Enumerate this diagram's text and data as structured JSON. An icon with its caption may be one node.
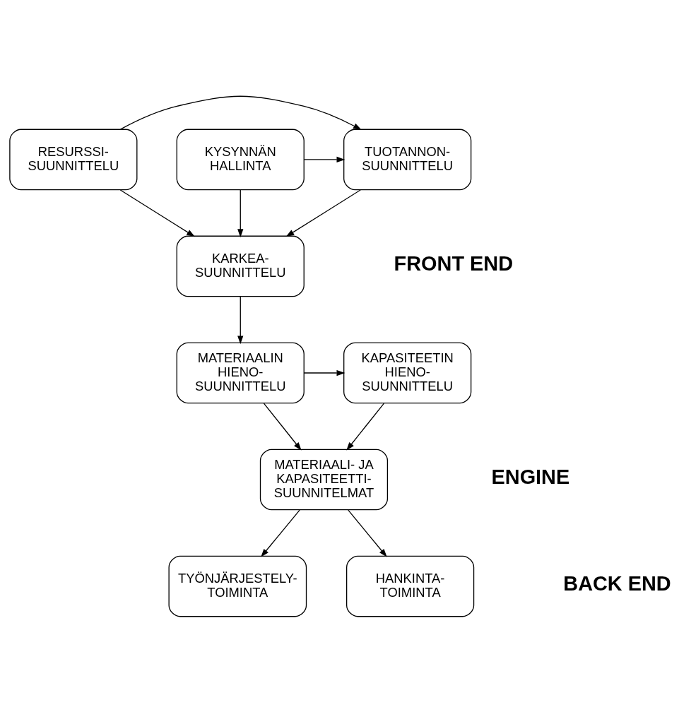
{
  "diagram": {
    "nodes": [
      {
        "text": [
          "RESURSSI- SUUNNITTELU"
        ]
      },
      {
        "text": [
          "TUOTANNON- SUUNNITTELU"
        ]
      },
      {
        "text": [
          "KYSYNNÄN HALLINTA"
        ]
      },
      {
        "text": [
          "KARKEA- SUUNNITTELU"
        ]
      },
      {
        "text": [
          "KAPASITEETIN HIENO- SUUNNITTELU"
        ]
      },
      {
        "text": [
          "MATERIAALIN HIENO- SUUNNITTELU"
        ]
      },
      {
        "text": [
          "MATERIAALI- JA KAPASITEETTI- SUUNNITELMAT"
        ]
      },
      {
        "text": [
          "TYÖNJÄRJESTELY- TOIMINTA"
        ]
      },
      {
        "text": [
          "HANKINTA- TOIMINTA"
        ]
      }
    ],
    "edges": [
      {
        "from": 0,
        "to": 1,
        "arrow": "to"
      },
      {
        "from": 2,
        "to": 1,
        "arrow": "to"
      },
      {
        "from": 0,
        "to": 3,
        "arrow": "to"
      },
      {
        "from": 1,
        "to": 3,
        "arrow": "to"
      },
      {
        "from": 2,
        "to": 3,
        "arrow": "to"
      },
      {
        "from": 3,
        "to": 5,
        "arrow": "to"
      },
      {
        "from": 5,
        "to": 4,
        "arrow": "to"
      },
      {
        "from": 5,
        "to": 6,
        "arrow": "to"
      },
      {
        "from": 4,
        "to": 6,
        "arrow": "to"
      },
      {
        "from": 6,
        "to": 7,
        "arrow": "to"
      },
      {
        "from": 6,
        "to": 8,
        "arrow": "to"
      }
    ],
    "labels": [
      "FRONT END",
      "ENGINE",
      "BACK END"
    ]
  }
}
